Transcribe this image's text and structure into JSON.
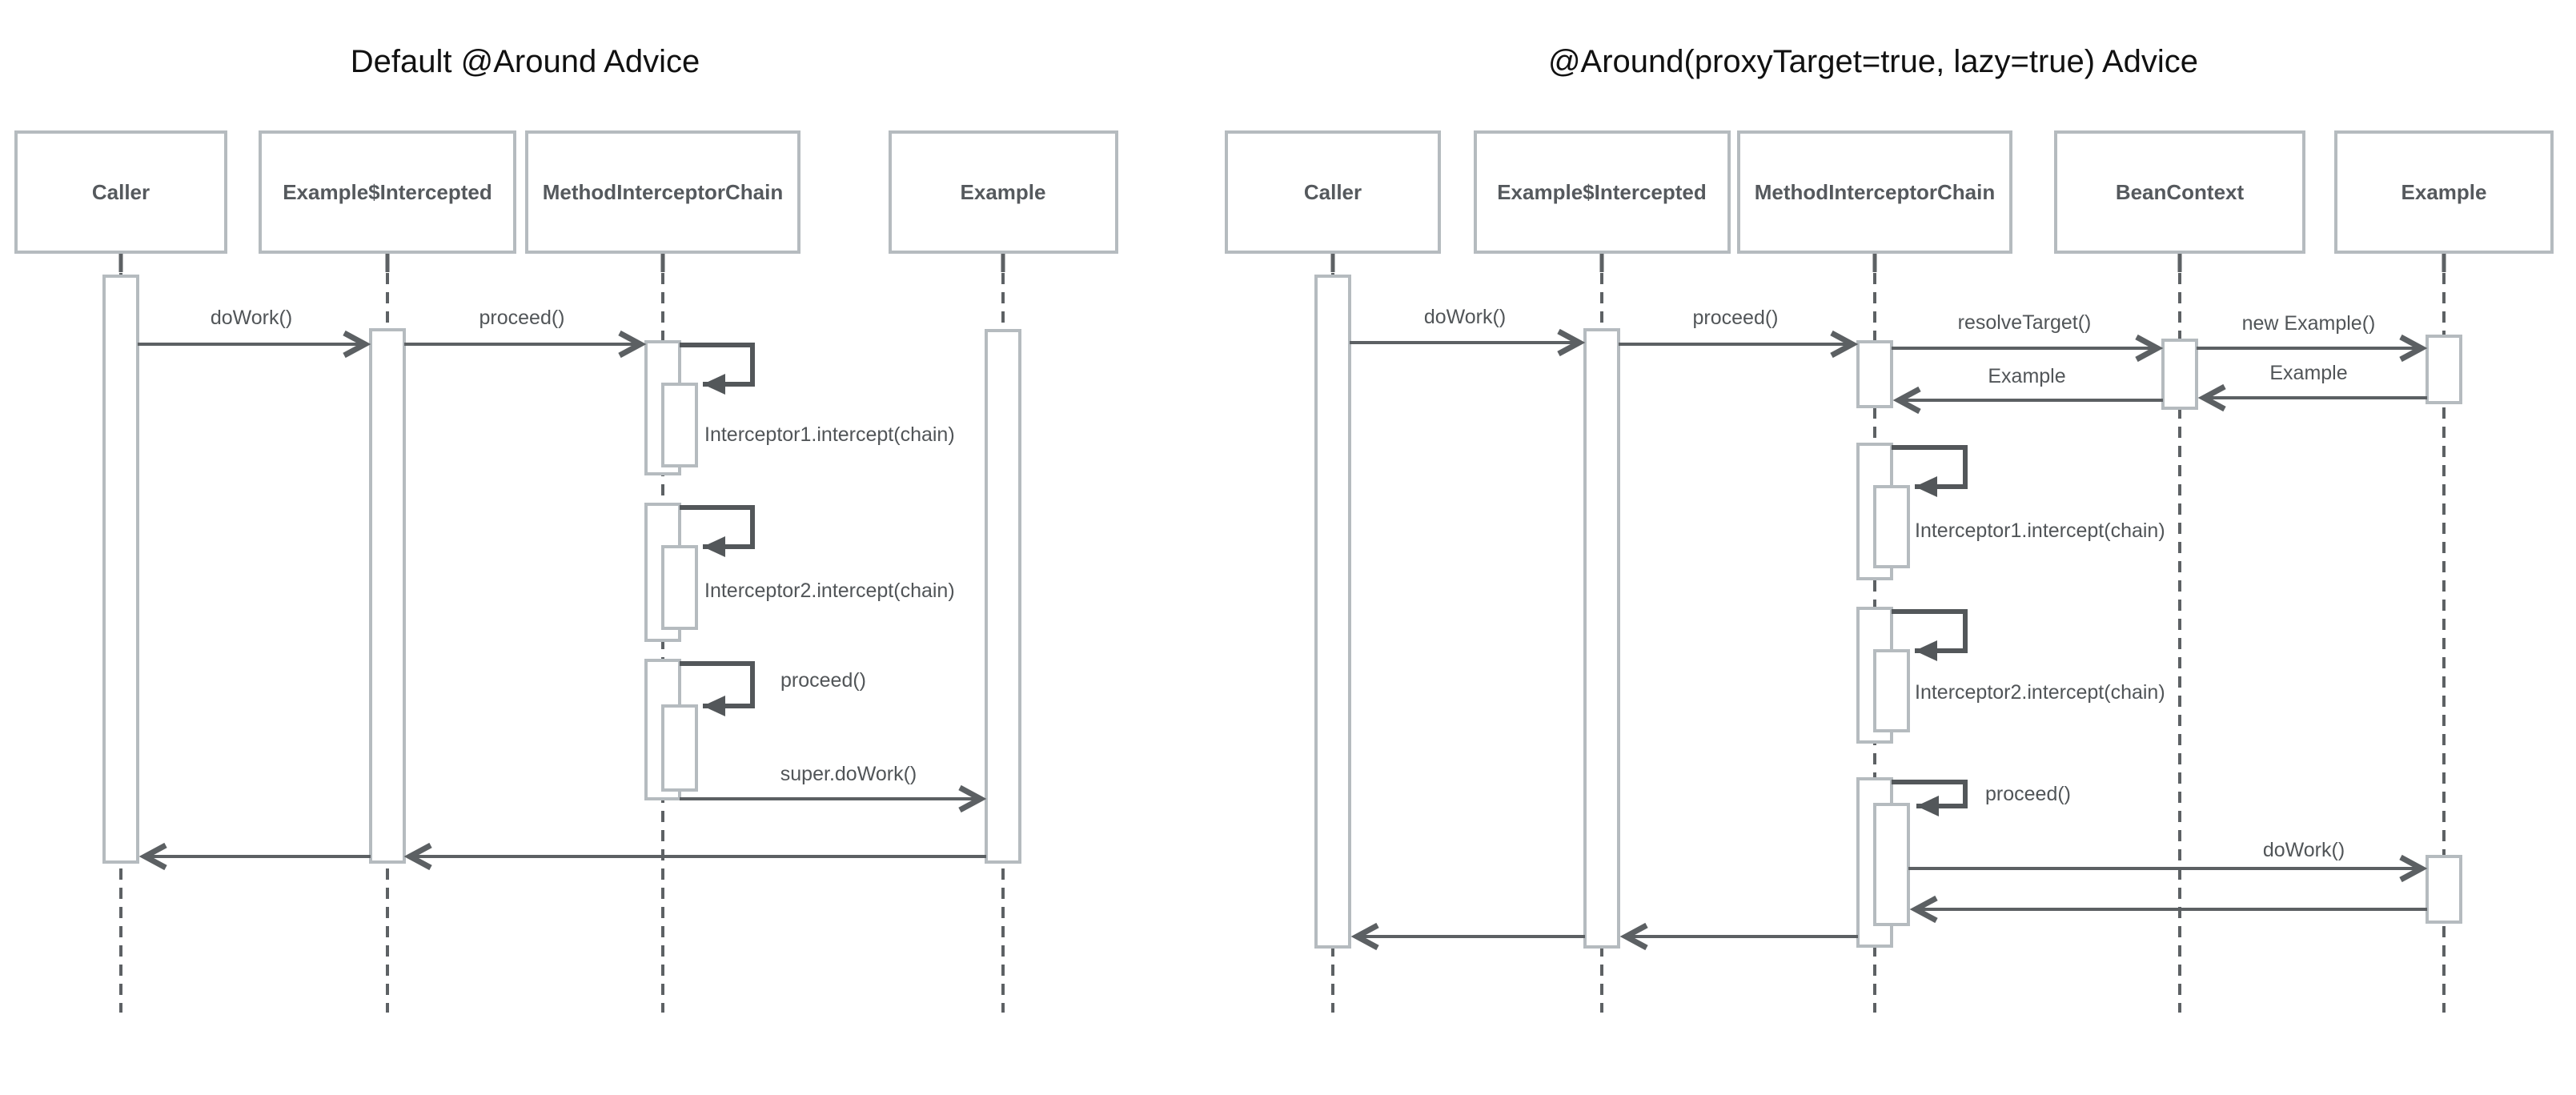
{
  "left": {
    "title": "Default @Around Advice",
    "participants": [
      "Caller",
      "Example$Intercepted",
      "MethodInterceptorChain",
      "Example"
    ],
    "messages": {
      "doWork": "doWork()",
      "proceed": "proceed()",
      "interceptor1": "Interceptor1.intercept(chain)",
      "interceptor2": "Interceptor2.intercept(chain)",
      "self_proceed": "proceed()",
      "super_doWork": "super.doWork()"
    }
  },
  "right": {
    "title": "@Around(proxyTarget=true, lazy=true) Advice",
    "participants": [
      "Caller",
      "Example$Intercepted",
      "MethodInterceptorChain",
      "BeanContext",
      "Example"
    ],
    "messages": {
      "doWork": "doWork()",
      "proceed": "proceed()",
      "resolveTarget": "resolveTarget()",
      "newExample": "new Example()",
      "returnExampleFromBean": "Example",
      "returnExampleFromTarget": "Example",
      "interceptor1": "Interceptor1.intercept(chain)",
      "interceptor2": "Interceptor2.intercept(chain)",
      "self_proceed": "proceed()",
      "doWorkTarget": "doWork()"
    }
  },
  "colors": {
    "background": "#ffffff",
    "title_text": "#111111",
    "participant_text": "#55595d",
    "message_text": "#515558",
    "line": "#5c6063",
    "self_call_line": "#53575a",
    "border": "#b5bbbf"
  }
}
